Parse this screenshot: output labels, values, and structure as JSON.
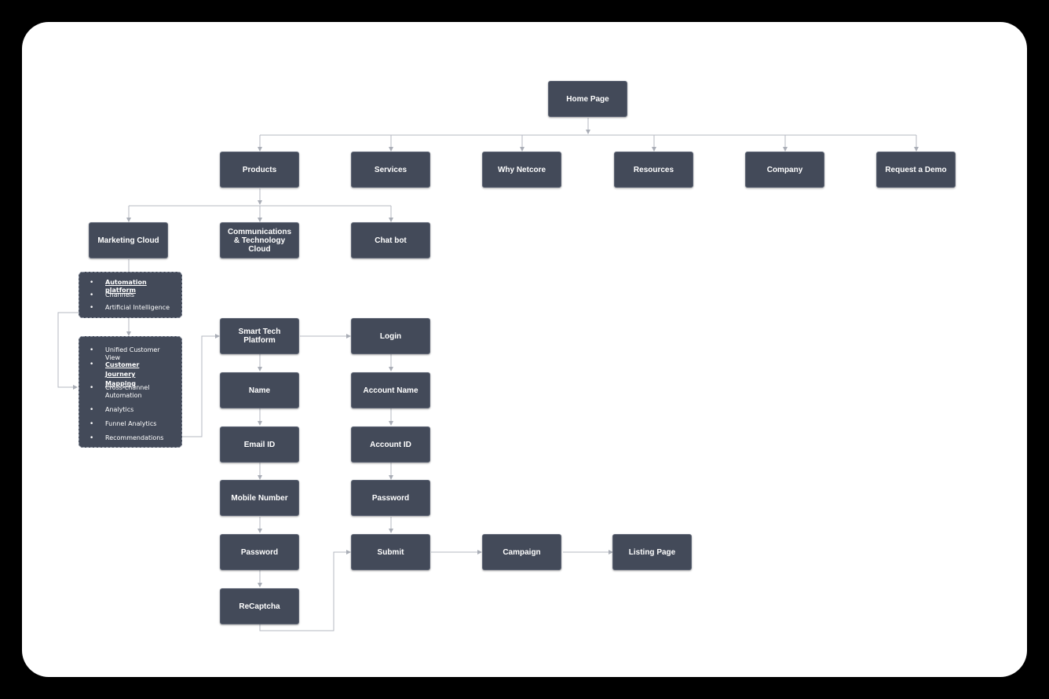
{
  "colors": {
    "frame": "#000000",
    "canvas": "#ffffff",
    "node": "#434a59",
    "connector": "#b5b9c2"
  },
  "nodes": {
    "home": "Home Page",
    "products": "Products",
    "services": "Services",
    "why_netcore": "Why Netcore",
    "resources": "Resources",
    "company": "Company",
    "request_demo": "Request a Demo",
    "marketing_cloud": "Marketing Cloud",
    "communications_cloud": "Communications & Technology Cloud",
    "chat_bot": "Chat bot",
    "smart_tech_platform": "Smart Tech Platform",
    "login": "Login",
    "name": "Name",
    "account_name": "Account Name",
    "email_id": "Email ID",
    "account_id": "Account ID",
    "mobile_number": "Mobile Number",
    "password_signup": "Password",
    "password_login": "Password",
    "submit": "Submit",
    "campaign": "Campaign",
    "listing_page": "Listing Page",
    "recaptcha": "ReCaptcha"
  },
  "marketing_menu": {
    "items": [
      "Automation platform",
      "Channels",
      "Artificial Intelligence"
    ]
  },
  "automation_menu": {
    "items": [
      "Unified Customer View",
      "Customer Journery Mapping",
      "Cross-channel Automation",
      "Analytics",
      "Funnel Analytics",
      "Recommendations"
    ]
  }
}
